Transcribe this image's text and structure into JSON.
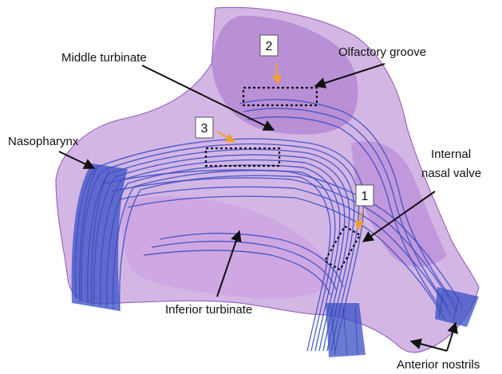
{
  "labels": {
    "middle_turbinate": "Middle turbinate",
    "olfactory_groove": "Olfactory groove",
    "nasopharynx": "Nasopharynx",
    "internal_nasal_valve_line1": "Internal",
    "internal_nasal_valve_line2": "nasal valve",
    "inferior_turbinate": "Inferior turbinate",
    "anterior_nostrils": "Anterior nostrils"
  },
  "regions": [
    {
      "id": "1"
    },
    {
      "id": "2"
    },
    {
      "id": "3"
    }
  ],
  "colors": {
    "cavity": "#b07ad0",
    "cavity_dark": "#8e55b8",
    "streamlines": "#3a4fc4",
    "streamline_dark": "#26318f",
    "marker_arrow": "#f0a030",
    "pointer": "#111111"
  }
}
